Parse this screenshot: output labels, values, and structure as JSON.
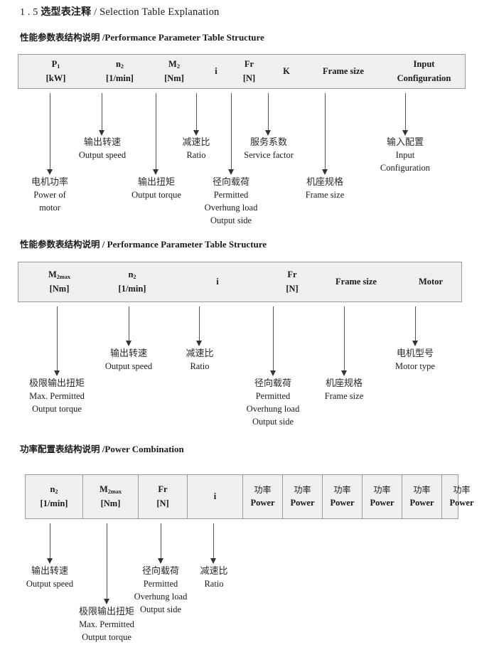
{
  "title": {
    "number": "1 . 5",
    "cn": "选型表注释",
    "sep": "/",
    "en": "Selection Table Explanation"
  },
  "sections": [
    {
      "heading": {
        "cn": "性能参数表结构说明",
        "sep": "/",
        "en": "Performance Parameter Table Structure"
      },
      "columns": [
        {
          "symbol": "P",
          "sub": "1",
          "unit": "[kW]"
        },
        {
          "symbol": "n",
          "sub": "2",
          "unit": "[1/min]"
        },
        {
          "symbol": "M",
          "sub": "2",
          "unit": "[Nm]"
        },
        {
          "symbol": "i",
          "sub": "",
          "unit": ""
        },
        {
          "symbol": "Fr",
          "sub": "",
          "unit": "[N]"
        },
        {
          "symbol": "K",
          "sub": "",
          "unit": ""
        },
        {
          "symbol": "Frame size",
          "sub": "",
          "unit": ""
        },
        {
          "symbol": "Input",
          "sub": "",
          "unit": "Configuration"
        }
      ],
      "annotations": [
        {
          "cn": "电机功率",
          "en": [
            "Power of",
            "motor"
          ]
        },
        {
          "cn": "输出转速",
          "en": [
            "Output speed"
          ]
        },
        {
          "cn": "输出扭矩",
          "en": [
            "Output torque"
          ]
        },
        {
          "cn": "减速比",
          "en": [
            "Ratio"
          ]
        },
        {
          "cn": "径向载荷",
          "en": [
            "Permitted",
            "Overhung load",
            "Output side"
          ]
        },
        {
          "cn": "服务系数",
          "en": [
            "Service factor"
          ]
        },
        {
          "cn": "机座规格",
          "en": [
            "Frame size"
          ]
        },
        {
          "cn": "输入配置",
          "en": [
            "Input",
            "Configuration"
          ]
        }
      ]
    },
    {
      "heading": {
        "cn": "性能参数表结构说明",
        "sep": "/",
        "en": "Performance Parameter Table Structure"
      },
      "columns": [
        {
          "symbol": "M",
          "sub": "2max",
          "unit": "[Nm]"
        },
        {
          "symbol": "n",
          "sub": "2",
          "unit": "[1/min]"
        },
        {
          "symbol": "i",
          "sub": "",
          "unit": ""
        },
        {
          "symbol": "Fr",
          "sub": "",
          "unit": "[N]"
        },
        {
          "symbol": "Frame size",
          "sub": "",
          "unit": ""
        },
        {
          "symbol": "Motor",
          "sub": "",
          "unit": ""
        }
      ],
      "annotations": [
        {
          "cn": "极限输出扭矩",
          "en": [
            "Max. Permitted",
            "Output  torque"
          ]
        },
        {
          "cn": "输出转速",
          "en": [
            "Output speed"
          ]
        },
        {
          "cn": "减速比",
          "en": [
            "Ratio"
          ]
        },
        {
          "cn": "径向载荷",
          "en": [
            "Permitted",
            "Overhung load",
            "Output side"
          ]
        },
        {
          "cn": "机座规格",
          "en": [
            "Frame size"
          ]
        },
        {
          "cn": "电机型号",
          "en": [
            "Motor type"
          ]
        }
      ]
    },
    {
      "heading": {
        "cn": "功率配置表结构说明",
        "sep": "/",
        "en": "Power Combination"
      },
      "columns": [
        {
          "symbol": "n",
          "sub": "2",
          "unit": "[1/min]"
        },
        {
          "symbol": "M",
          "sub": "2max",
          "unit": "[Nm]"
        },
        {
          "symbol": "Fr",
          "sub": "",
          "unit": "[N]"
        },
        {
          "symbol": "i",
          "sub": "",
          "unit": ""
        },
        {
          "symbol": "功率",
          "sub": "",
          "unit": "Power"
        },
        {
          "symbol": "功率",
          "sub": "",
          "unit": "Power"
        },
        {
          "symbol": "功率",
          "sub": "",
          "unit": "Power"
        },
        {
          "symbol": "功率",
          "sub": "",
          "unit": "Power"
        },
        {
          "symbol": "功率",
          "sub": "",
          "unit": "Power"
        },
        {
          "symbol": "功率",
          "sub": "",
          "unit": "Power"
        }
      ],
      "annotations": [
        {
          "cn": "输出转速",
          "en": [
            "Output speed"
          ]
        },
        {
          "cn": "极限输出扭矩",
          "en": [
            "Max. Permitted",
            "Output  torque"
          ]
        },
        {
          "cn": "径向载荷",
          "en": [
            "Permitted",
            "Overhung load",
            "Output side"
          ]
        },
        {
          "cn": "减速比",
          "en": [
            "Ratio"
          ]
        }
      ]
    }
  ]
}
